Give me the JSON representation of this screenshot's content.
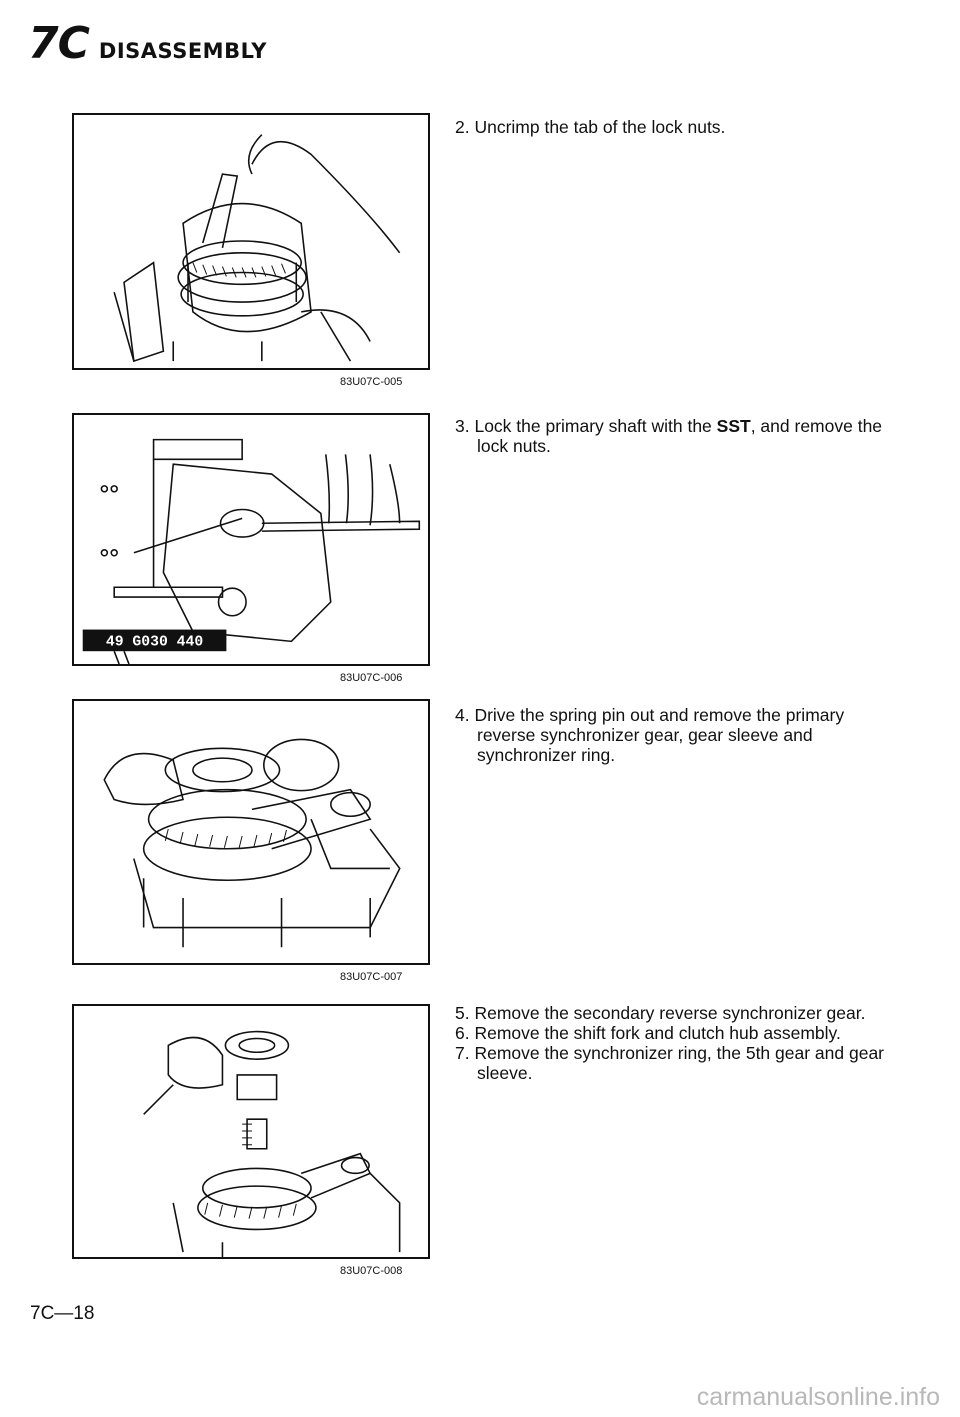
{
  "header": {
    "section": "7C",
    "title": "DISASSEMBLY"
  },
  "figures": [
    {
      "code": "83U07C-005"
    },
    {
      "code": "83U07C-006",
      "sst_tag": "49 G030 440"
    },
    {
      "code": "83U07C-007"
    },
    {
      "code": "83U07C-008"
    }
  ],
  "steps": {
    "s2": "2. Uncrimp the tab of the lock nuts.",
    "s3_pre": "3. Lock the primary shaft with the ",
    "s3_sst": "SST",
    "s3_post": ", and remove the lock nuts.",
    "s4": "4. Drive the spring pin out and remove the primary reverse synchronizer gear, gear sleeve and synchronizer ring.",
    "s5": "5. Remove the secondary reverse synchronizer gear.",
    "s6": "6. Remove the shift fork and clutch hub assembly.",
    "s7": "7. Remove the synchronizer ring, the 5th gear and gear sleeve."
  },
  "footer": {
    "page": "7C—18",
    "watermark": "carmanualsonline.info"
  }
}
